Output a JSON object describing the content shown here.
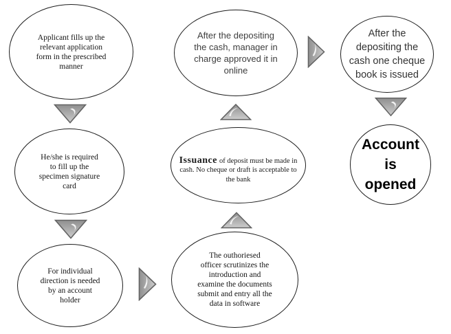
{
  "flowchart": {
    "nodes": {
      "applicant_form": {
        "lines": [
          "Applicant fills up the",
          "relevant application",
          "form in the prescribed",
          "manner"
        ]
      },
      "specimen_signature": {
        "lines": [
          "He/she is  required",
          "to fill up the",
          "specimen signature",
          "card"
        ]
      },
      "individual_direction": {
        "lines": [
          "For individual",
          "direction is needed",
          "by an account",
          "holder"
        ]
      },
      "manager_approval": {
        "lines": [
          "After the depositing",
          "the cash, manager in",
          "charge approved it in",
          "online"
        ]
      },
      "deposit_issuance": {
        "lead": "Issuance",
        "rest": "of deposit must be made in cash. No cheque or draft is acceptable to the bank"
      },
      "officer_scrutiny": {
        "lines": [
          "The  outhoriesed",
          "officer scrutinizes the",
          "introduction and",
          "examine the documents",
          "submit and entry all the",
          "data in software"
        ]
      },
      "cheque_book": {
        "lines": [
          "After the",
          "depositing the",
          "cash one cheque",
          "book is issued"
        ]
      },
      "account_opened": {
        "lines": [
          "Account",
          "is",
          "opened"
        ]
      }
    },
    "colors": {
      "background": "#ffffff",
      "ellipse_border": "#1c1c1c",
      "arrow_border": "#636363",
      "arrow_grad_dark": "#8f8f8f",
      "arrow_grad_light": "#cdcdcd",
      "arrow_highlight": "#ffffff"
    }
  }
}
